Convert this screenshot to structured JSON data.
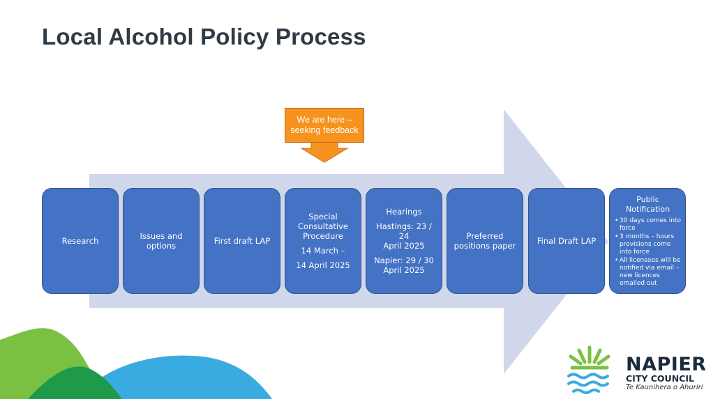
{
  "title": "Local Alcohol Policy Process",
  "callout": {
    "line1": "We are here –",
    "line2": "seeking feedback"
  },
  "steps": [
    {
      "lines": [
        "Research"
      ]
    },
    {
      "lines": [
        "Issues and options"
      ]
    },
    {
      "lines": [
        "First draft LAP"
      ]
    },
    {
      "lines": [
        "Special",
        "Consultative",
        "Procedure"
      ],
      "extra": [
        "14 March –",
        "14 April 2025"
      ]
    },
    {
      "lines": [
        "Hearings"
      ],
      "extra": [
        "Hastings: 23 / 24",
        "April 2025"
      ],
      "extra2": [
        "Napier: 29 / 30",
        "April 2025"
      ]
    },
    {
      "lines": [
        "Preferred",
        "positions paper"
      ]
    },
    {
      "lines": [
        "Final Draft LAP"
      ]
    }
  ],
  "final_step": {
    "heading": "Public Notification",
    "bullets": [
      "30 days comes into force",
      "3 months – hours provisions come into force",
      "All licensees will be notified via email – new licences emailed out"
    ]
  },
  "logo": {
    "name": "NAPIER",
    "sub": "CITY COUNCIL",
    "tagline": "Te Kaunihera o Ahuriri"
  },
  "colors": {
    "step_fill": "#4472c4",
    "arrow_fill": "#d0d7ea",
    "callout_fill": "#f6921e",
    "green": "#7ac143",
    "blue": "#3aabe0"
  }
}
